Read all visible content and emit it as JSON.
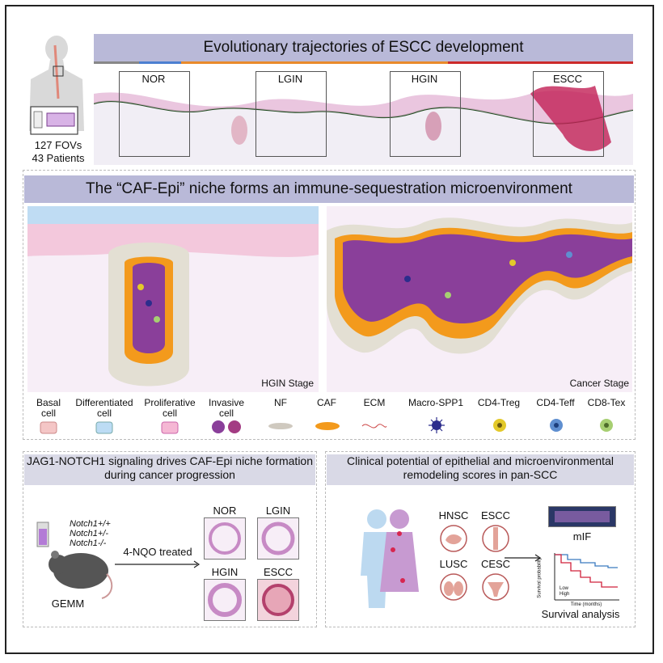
{
  "header": {
    "title": "Evolutionary trajectories of ESCC development",
    "stages": [
      "NOR",
      "LGIN",
      "HGIN",
      "ESCC"
    ],
    "fovs": "127 FOVs",
    "patients": "43 Patients"
  },
  "niche": {
    "title": "The “CAF-Epi” niche forms an immune-sequestration microenvironment",
    "left_label": "HGIN Stage",
    "right_label": "Cancer Stage"
  },
  "legend": [
    {
      "label": "Basal\ncell",
      "icon": "basal-cell-icon",
      "color": "#f4c6c6"
    },
    {
      "label": "Differentiated\ncell",
      "icon": "differentiated-cell-icon",
      "color": "#bcdcf4"
    },
    {
      "label": "Proliferative\ncell",
      "icon": "proliferative-cell-icon",
      "color": "#f5b7d4"
    },
    {
      "label": "Invasive\ncell",
      "icon": "invasive-cell-icon",
      "color": "#8a3f9a"
    },
    {
      "label": "NF",
      "icon": "nf-icon",
      "color": "#cfc9bf"
    },
    {
      "label": "CAF",
      "icon": "caf-icon",
      "color": "#f39a1c"
    },
    {
      "label": "ECM",
      "icon": "ecm-icon",
      "color": "#c44"
    },
    {
      "label": "Macro-SPP1",
      "icon": "macro-spp1-icon",
      "color": "#2c2d8c"
    },
    {
      "label": "CD4-Treg",
      "icon": "cd4-treg-icon",
      "color": "#e3c92a"
    },
    {
      "label": "CD4-Teff",
      "icon": "cd4-teff-icon",
      "color": "#5f8fd0"
    },
    {
      "label": "CD8-Tex",
      "icon": "cd8-tex-icon",
      "color": "#a7cf72"
    }
  ],
  "bottom_left": {
    "title": "JAG1-NOTCH1 signaling drives CAF-Epi niche formation during cancer progression",
    "genotypes": [
      "Notch1+/+",
      "Notch1+/-",
      "Notch1-/-"
    ],
    "treatment": "4-NQO treated",
    "model": "GEMM",
    "panels": [
      "NOR",
      "LGIN",
      "HGIN",
      "ESCC"
    ]
  },
  "bottom_right": {
    "title": "Clinical potential of epithelial and microenvironmental remodeling scores in pan-SCC",
    "cancers": [
      "HNSC",
      "ESCC",
      "LUSC",
      "CESC"
    ],
    "mif": "mIF",
    "survival": "Survival analysis",
    "ylabel": "Survival probability",
    "xlabel": "Time (months)",
    "legend_low": "Low",
    "legend_high": "High"
  }
}
